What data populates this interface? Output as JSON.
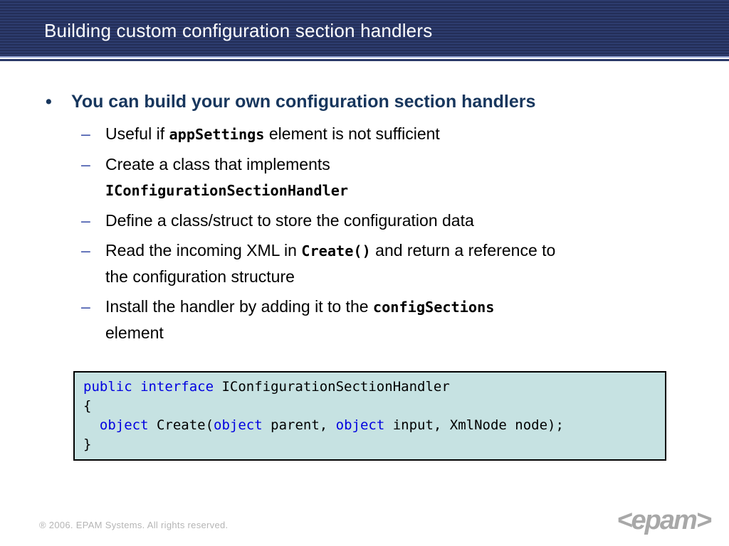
{
  "header": {
    "title": "Building custom configuration section handlers"
  },
  "content": {
    "main_bullet": {
      "marker": "•",
      "text": "You can build your own configuration section handlers"
    },
    "sub_bullets": [
      {
        "marker": "–",
        "pre": "Useful if ",
        "code": "appSettings",
        "post": " element is not sufficient"
      },
      {
        "marker": "–",
        "line1": "Create a class that implements",
        "code": "IConfigurationSectionHandler"
      },
      {
        "marker": "–",
        "text": "Define a class/struct to store the configuration data"
      },
      {
        "marker": "–",
        "pre": "Read the incoming XML in ",
        "code": "Create()",
        "post": " and return a reference to",
        "line2": "the configuration structure"
      },
      {
        "marker": "–",
        "pre": "Install the handler by adding it to the ",
        "code": "configSections",
        "line2": "element"
      }
    ]
  },
  "code_box": {
    "line1": {
      "keyword": "public interface",
      "rest": " IConfigurationSectionHandler"
    },
    "line2": "{",
    "line3": {
      "indent": "  ",
      "kw1": "object",
      "t1": " Create(",
      "kw2": "object",
      "t2": " parent, ",
      "kw3": "object",
      "t3": " input, XmlNode node);"
    },
    "line4": "}"
  },
  "footer": {
    "copyright": "® 2006. EPAM Systems. All rights reserved.",
    "logo": "<epam>"
  },
  "colors": {
    "header_stripe_dark": "#232e58",
    "header_stripe_light": "#2d3c6e",
    "header_divider_navy": "#2b3968",
    "header_divider_light_blue": "#94a4d4",
    "heading_navy": "#17365d",
    "dash_blue": "#3a4fa8",
    "code_keyword_blue": "#0000e0",
    "code_box_background": "#c6e2e2",
    "footer_gray": "#b5b5b5",
    "logo_gray": "#a8a8a8"
  }
}
